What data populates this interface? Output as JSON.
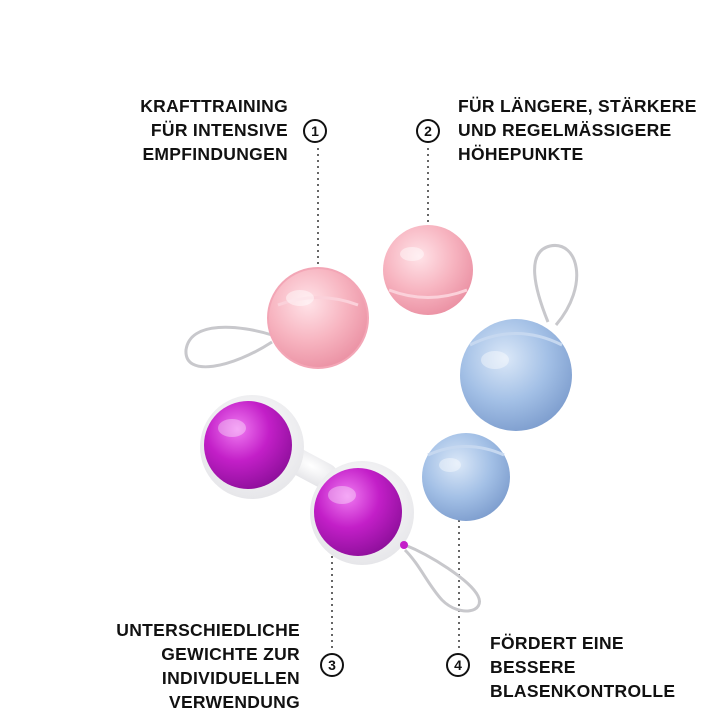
{
  "captions": {
    "one": "KRAFTTRAINING\nFÜR INTENSIVE\nEMPFINDUNGEN",
    "two": "FÜR LÄNGERE, STÄRKERE\nUND REGELMÄSSIGERE\nHÖHEPUNKTE",
    "three": "UNTERSCHIEDLICHE\nGEWICHTE ZUR\nINDIVIDUELLEN\nVERWENDUNG",
    "four": "FÖRDERT EINE\nBESSERE\nBLASENKONTROLLE"
  },
  "badges": {
    "one": "1",
    "two": "2",
    "three": "3",
    "four": "4"
  },
  "colors": {
    "pink": "#f6b3bf",
    "blue": "#9fbde3",
    "purple": "#c41fc9",
    "text": "#111111"
  }
}
